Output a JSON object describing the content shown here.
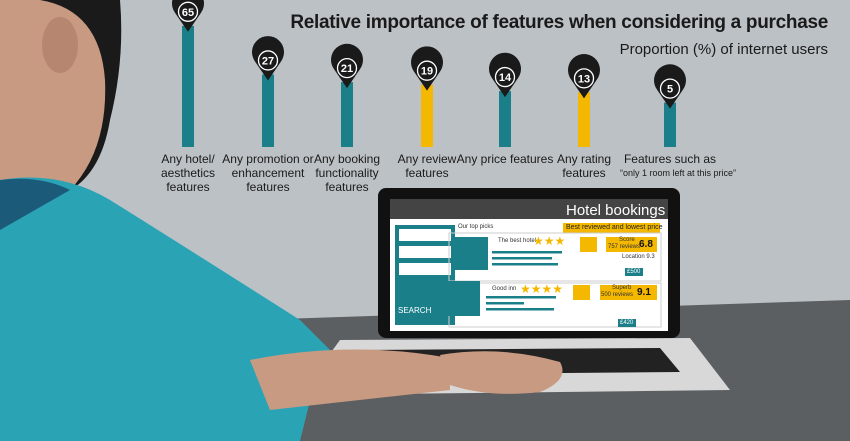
{
  "chart_data": {
    "type": "bar",
    "title": "Relative importance of features when considering a purchase",
    "subtitle": "Proportion (%) of internet users",
    "xlabel": "",
    "ylabel": "Proportion (%) of internet users",
    "categories": [
      "Any hotel/ aesthetics features",
      "Any promotion or enhancement features",
      "Any booking functionality features",
      "Any review features",
      "Any price features",
      "Any rating features",
      "Features such as"
    ],
    "category_notes": [
      "",
      "",
      "",
      "",
      "",
      "",
      "“only 1 room left at this price”"
    ],
    "values": [
      65,
      27,
      21,
      19,
      14,
      13,
      5
    ],
    "bar_colors": [
      "#1b7f8a",
      "#1b7f8a",
      "#1b7f8a",
      "#f5b800",
      "#1b7f8a",
      "#f5b800",
      "#1b7f8a"
    ],
    "ylim": [
      0,
      65
    ],
    "grid": false
  },
  "laptop": {
    "header": "Hotel bookings",
    "top_picks": "Our top picks",
    "banner": "Best reviewed and lowest price",
    "search_label": "SEARCH",
    "hotels": [
      {
        "name": "The best hotel",
        "stars": 3,
        "score_label": "Score",
        "reviews": "757 reviews",
        "score": "6.8",
        "location": "Location 9.3",
        "price": "£500"
      },
      {
        "name": "Good inn",
        "stars": 4,
        "score_label": "Superb",
        "reviews": "500 reviews",
        "score": "9.1",
        "location": "",
        "price": "£420"
      }
    ]
  },
  "colors": {
    "teal": "#1b7f8a",
    "yellow": "#f5b800",
    "pin": "#1a1a1a",
    "background": "#bcc1c5"
  }
}
